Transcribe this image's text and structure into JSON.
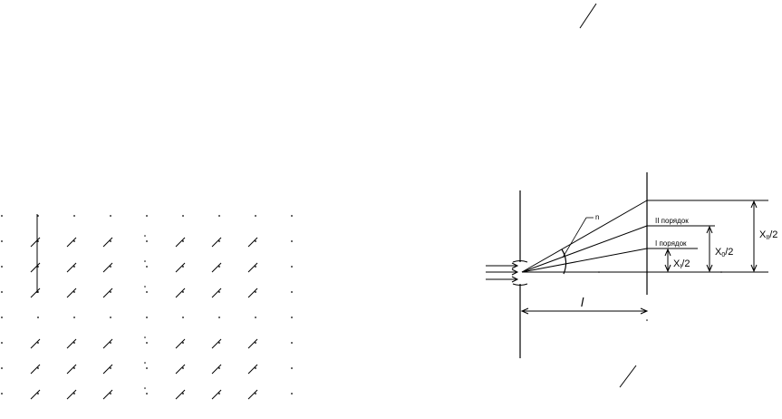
{
  "diagram": {
    "labels": {
      "angle": "n",
      "order_2": "II порядок",
      "order_1": "I порядок",
      "half_x2": "X",
      "half_x2_sub": "II",
      "half_x2_tail": "/2",
      "half_x1": "X",
      "half_x1_sub": "I",
      "half_x1_tail": "/2",
      "half_x0": "X",
      "half_x0_sub": "0",
      "half_x0_tail": "/2",
      "distance": "l"
    },
    "grating": {
      "rows": 8,
      "columns": 8
    }
  }
}
